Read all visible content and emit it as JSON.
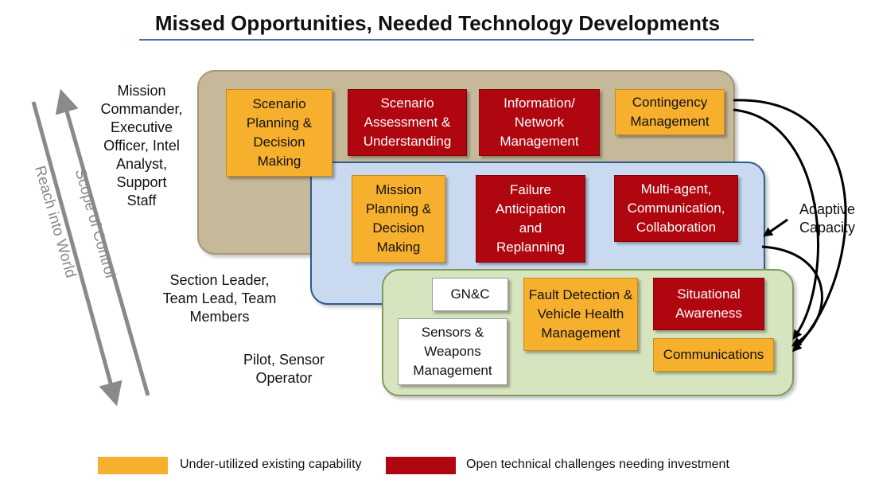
{
  "title": "Missed Opportunities, Needed Technology Developments",
  "colors": {
    "orange": "#f7b02e",
    "red": "#b0060f",
    "panel_top": "#c5b99a",
    "panel_mid": "#c9daf0",
    "panel_bot": "#d6e4bf"
  },
  "tiers": {
    "top": {
      "role_label": "Mission\nCommander,\nExecutive\nOfficer, Intel\nAnalyst,\nSupport\nStaff",
      "boxes": [
        {
          "label": "Scenario\nPlanning &\nDecision\nMaking",
          "category": "orange"
        },
        {
          "label": "Scenario\nAssessment &\nUnderstanding",
          "category": "red"
        },
        {
          "label": "Information/\nNetwork\nManagement",
          "category": "red"
        },
        {
          "label": "Contingency\nManagement",
          "category": "orange"
        }
      ]
    },
    "middle": {
      "role_label": "Section Leader,\nTeam Lead, Team\nMembers",
      "boxes": [
        {
          "label": "Mission\nPlanning &\nDecision\nMaking",
          "category": "orange"
        },
        {
          "label": "Failure\nAnticipation\nand\nReplanning",
          "category": "red"
        },
        {
          "label": "Multi-agent,\nCommunication,\nCollaboration",
          "category": "red"
        }
      ]
    },
    "bottom": {
      "role_label": "Pilot, Sensor\nOperator",
      "boxes": [
        {
          "label": "GN&C",
          "category": "white"
        },
        {
          "label": "Sensors &\nWeapons\nManagement",
          "category": "white"
        },
        {
          "label": "Fault Detection &\nVehicle Health\nManagement",
          "category": "orange"
        },
        {
          "label": "Situational\nAwareness",
          "category": "red"
        },
        {
          "label": "Communications",
          "category": "orange"
        }
      ]
    }
  },
  "side_labels": {
    "scope": "Scope of Control",
    "reach": "Reach into World",
    "adaptive": "Adaptive\nCapacity"
  },
  "legend": [
    {
      "label": "Under-utilized existing capability",
      "color": "#f7b02e"
    },
    {
      "label": "Open technical challenges needing investment",
      "color": "#b0060f"
    }
  ]
}
